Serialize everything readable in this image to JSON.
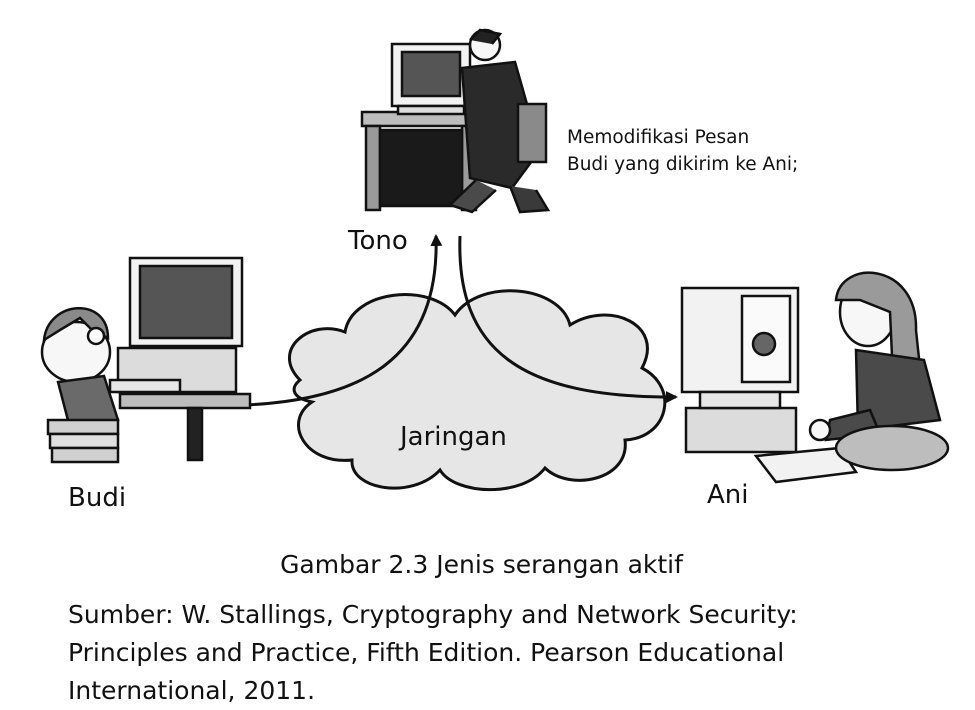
{
  "nodes": {
    "tono": {
      "label": "Tono"
    },
    "budi": {
      "label": "Budi"
    },
    "ani": {
      "label": "Ani"
    },
    "network": {
      "label": "Jaringan"
    }
  },
  "annotation": {
    "lines": [
      "Memodifikasi Pesan",
      "Budi yang dikirim ke Ani;"
    ]
  },
  "caption": {
    "figure": "Gambar 2.3 Jenis serangan aktif",
    "source_lines": [
      "Sumber: W. Stallings, Cryptography and Network Security:",
      "Principles and Practice, Fifth Edition. Pearson Educational",
      "International, 2011."
    ]
  },
  "colors": {
    "ink": "#111111",
    "cloud_fill": "#e6e6e6",
    "desk_fill": "#9a9a9a"
  }
}
